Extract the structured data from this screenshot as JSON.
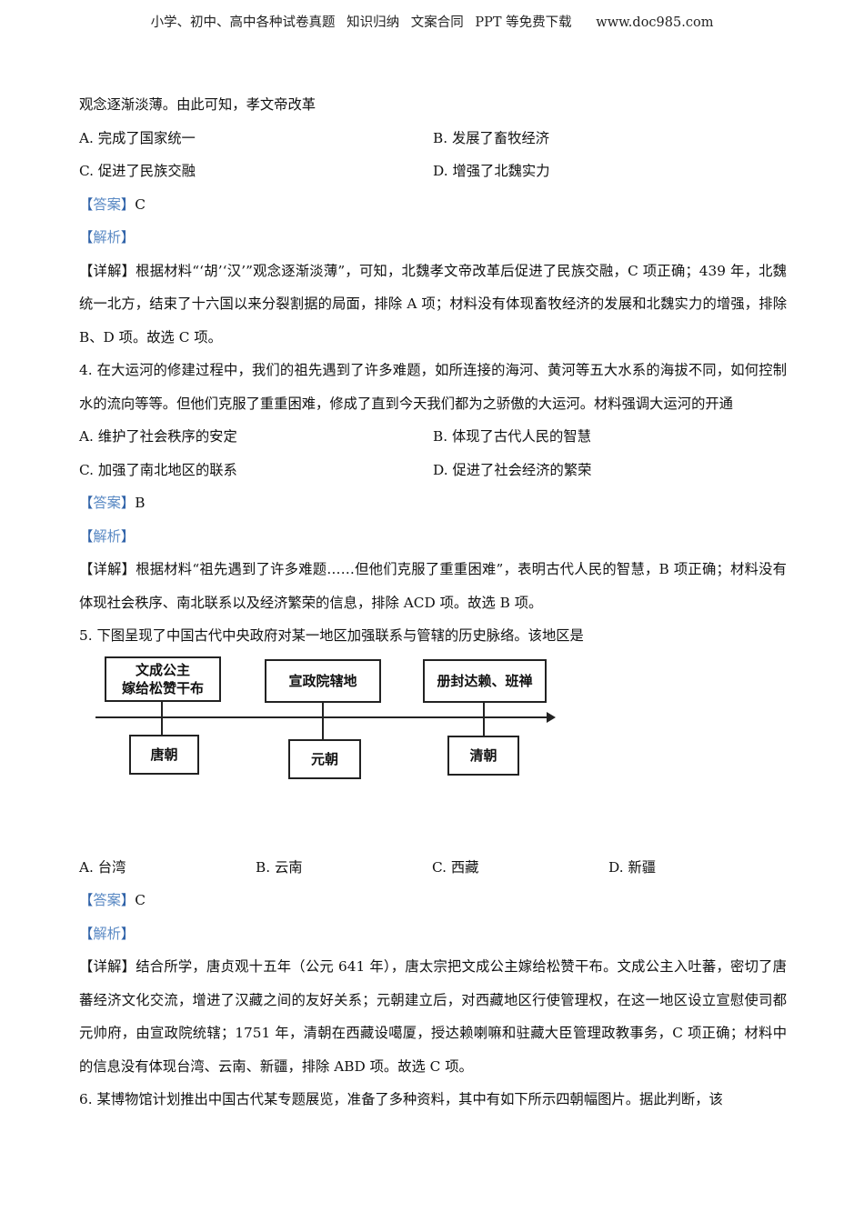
{
  "header": {
    "items": [
      "小学、初中、高中各种试卷真题",
      "知识归纳",
      "文案合同",
      "PPT 等免费下载",
      "www.doc985.com"
    ]
  },
  "q3": {
    "tail": "观念逐渐淡薄。由此可知，孝文帝改革",
    "options": [
      "A. 完成了国家统一",
      "B. 发展了畜牧经济",
      "C. 促进了民族交融",
      "D. 增强了北魏实力"
    ],
    "answer": "C",
    "detail": "根据材料“‘胡’‘汉’”观念逐渐淡薄”，可知，北魏孝文帝改革后促进了民族交融，C 项正确；439 年，北魏统一北方，结束了十六国以来分裂割据的局面，排除 A 项；材料没有体现畜牧经济的发展和北魏实力的增强，排除 B、D 项。故选 C 项。"
  },
  "q4": {
    "stem": "4. 在大运河的修建过程中，我们的祖先遇到了许多难题，如所连接的海河、黄河等五大水系的海拔不同，如何控制水的流向等等。但他们克服了重重困难，修成了直到今天我们都为之骄傲的大运河。材料强调大运河的开通",
    "options": [
      "A. 维护了社会秩序的安定",
      "B. 体现了古代人民的智慧",
      "C. 加强了南北地区的联系",
      "D. 促进了社会经济的繁荣"
    ],
    "answer": "B",
    "detail": "根据材料“祖先遇到了许多难题……但他们克服了重重困难”，表明古代人民的智慧，B 项正确；材料没有体现社会秩序、南北联系以及经济繁荣的信息，排除 ACD 项。故选 B 项。"
  },
  "q5": {
    "stem": "5. 下图呈现了中国古代中央政府对某一地区加强联系与管辖的历史脉络。该地区是",
    "diagram": {
      "top": [
        "文成公主",
        "嫁给松赞干布",
        "宣政院辖地",
        "册封达赖、班禅"
      ],
      "bottom": [
        "唐朝",
        "元朝",
        "清朝"
      ]
    },
    "options": [
      "A. 台湾",
      "B. 云南",
      "C. 西藏",
      "D. 新疆"
    ],
    "answer": "C",
    "detail": "结合所学，唐贞观十五年（公元 641 年），唐太宗把文成公主嫁给松赞干布。文成公主入吐蕃，密切了唐蕃经济文化交流，增进了汉藏之间的友好关系；元朝建立后，对西藏地区行使管理权，在这一地区设立宣慰使司都元帅府，由宣政院统辖；1751 年，清朝在西藏设噶厦，授达赖喇嘛和驻藏大臣管理政教事务，C 项正确；材料中的信息没有体现台湾、云南、新疆，排除 ABD 项。故选 C 项。"
  },
  "q6": {
    "stem": "6. 某博物馆计划推出中国古代某专题展览，准备了多种资料，其中有如下所示四朝幅图片。据此判断，该"
  },
  "labels": {
    "answer": "答案",
    "analysis": "解析",
    "detail": "详解",
    "lb": "【",
    "rb": "】"
  }
}
